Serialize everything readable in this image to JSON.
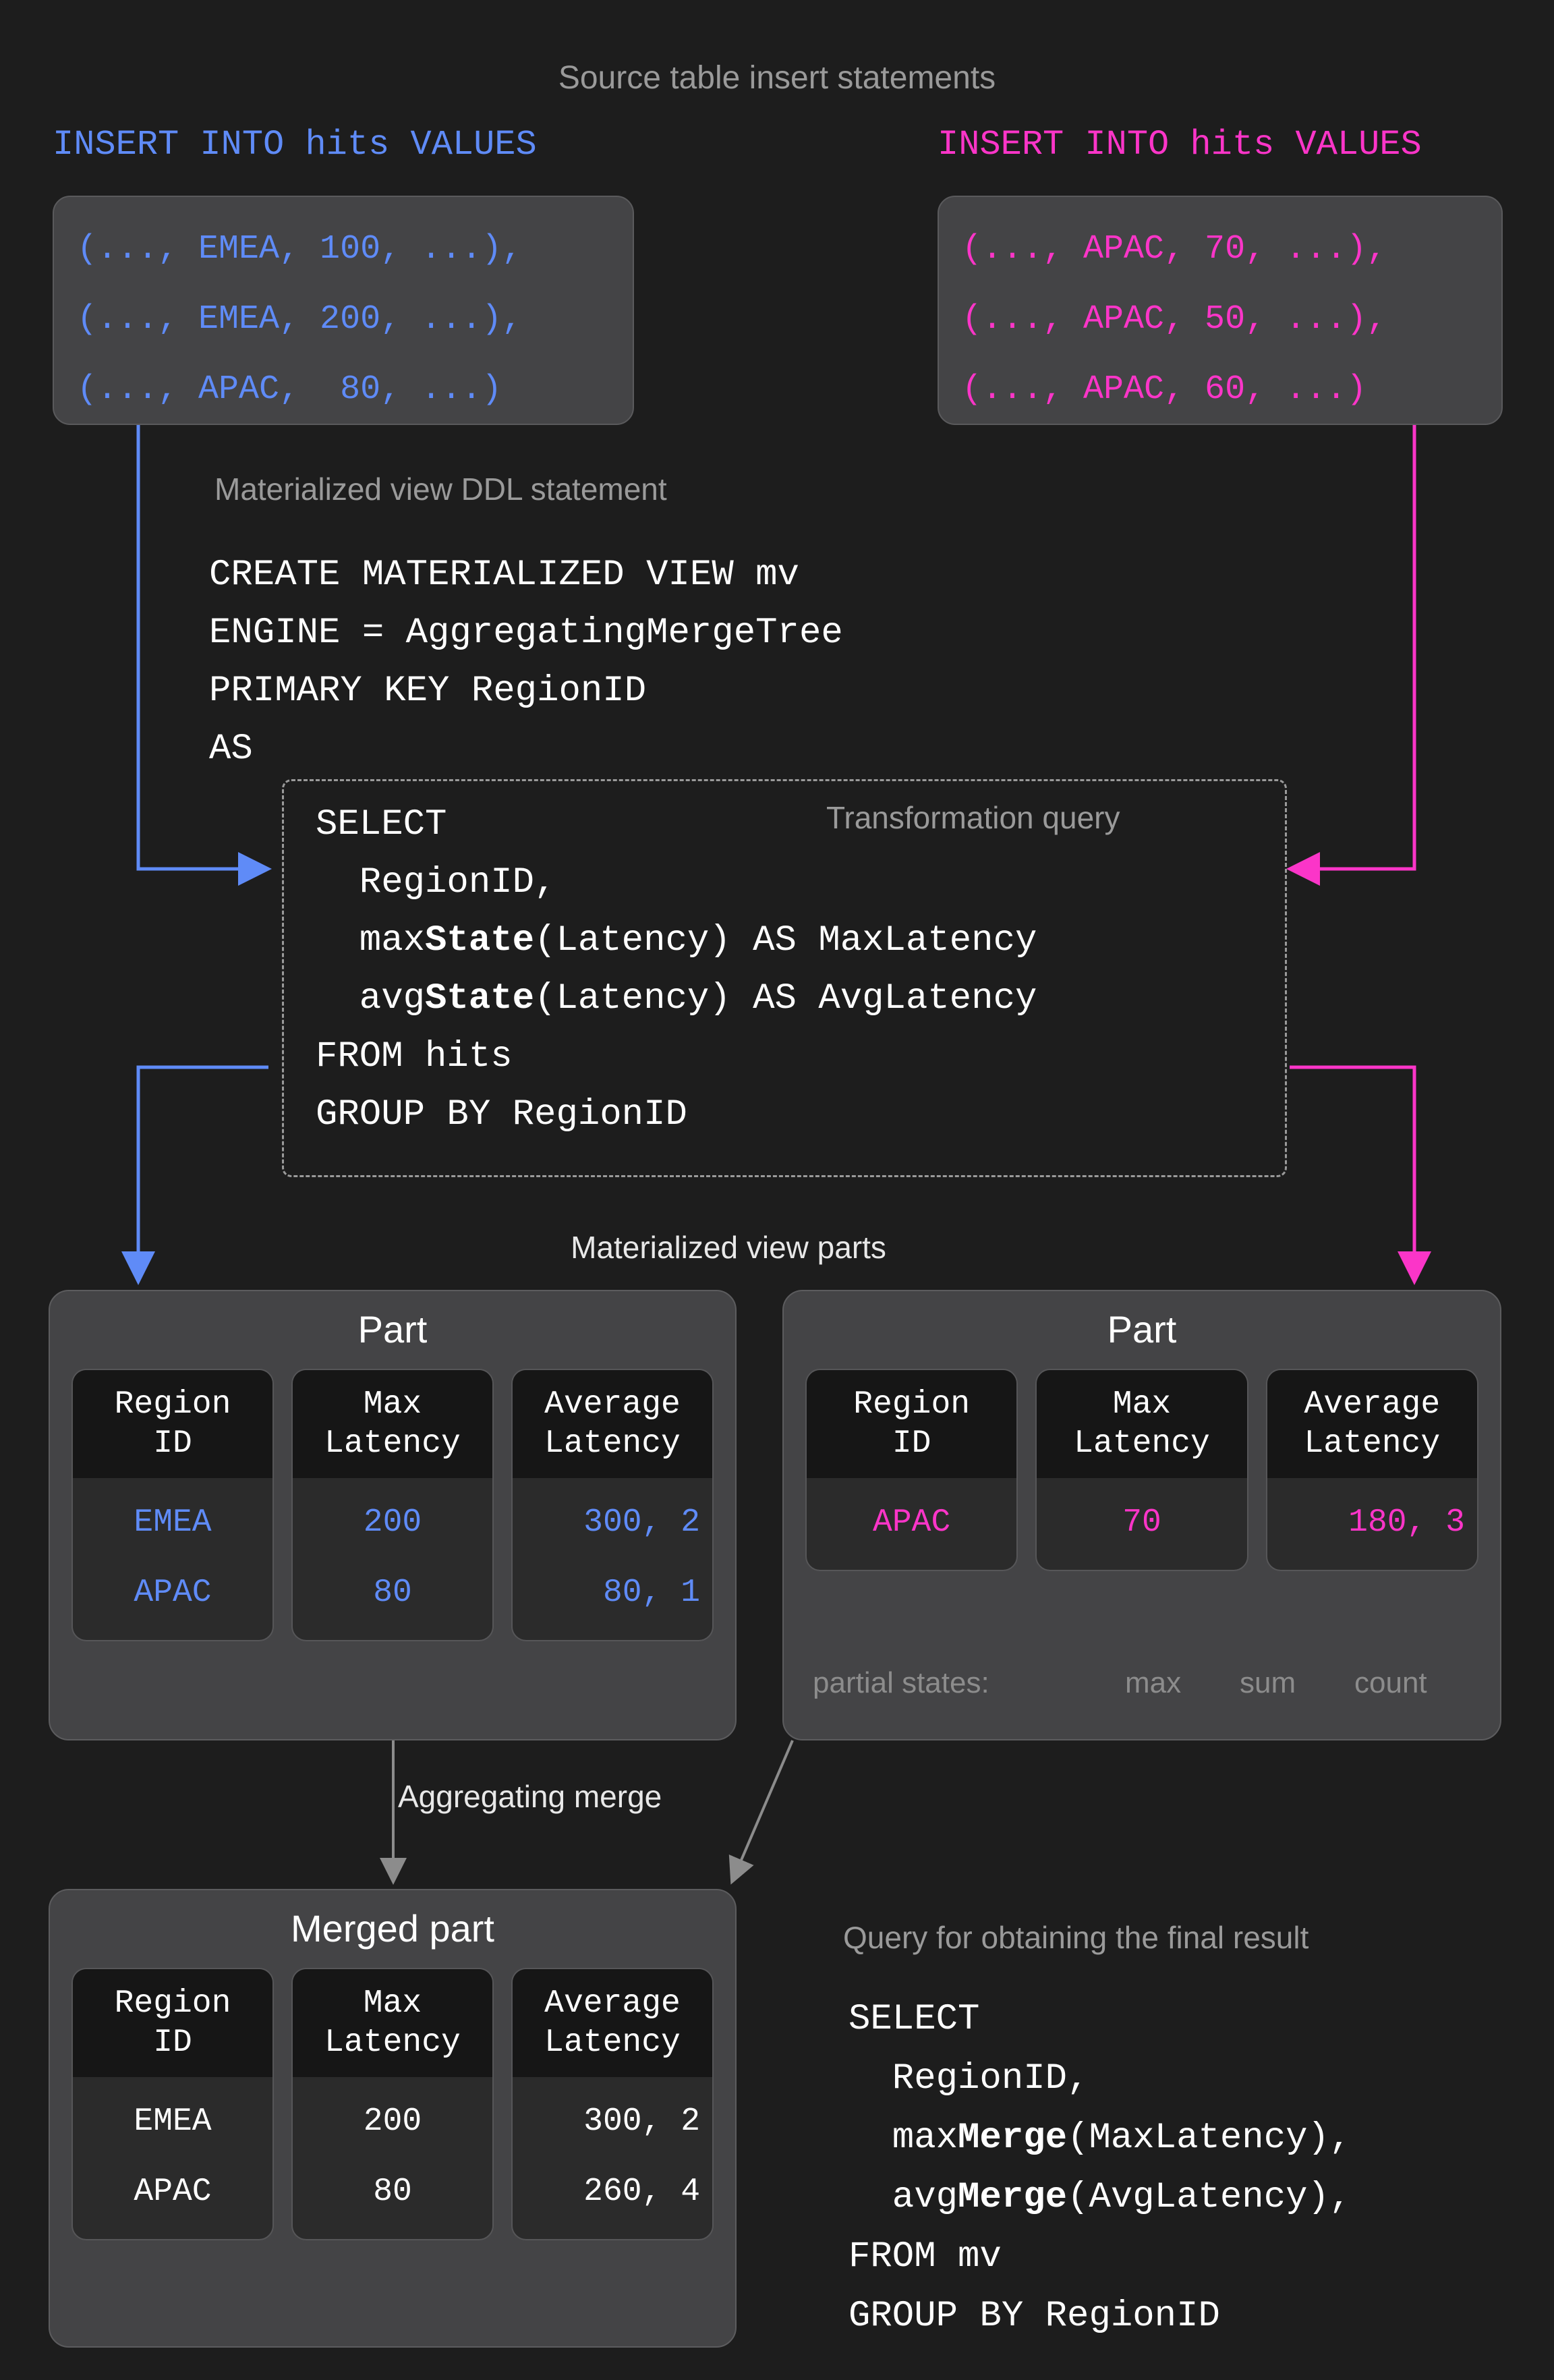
{
  "title": "Source table insert statements",
  "colors": {
    "blue": "#5f8bf7",
    "pink": "#fb35c8",
    "grey_caption": "#9a9a9a",
    "background": "#1d1d1d",
    "box_background": "#444446",
    "cell_background": "#2b2b2b",
    "header_cell_background": "#161616"
  },
  "inserts": {
    "left": {
      "header": "INSERT INTO hits VALUES",
      "rows": [
        "(..., EMEA, 100, ...),",
        "(..., EMEA, 200, ...),",
        "(..., APAC,  80, ...)"
      ]
    },
    "right": {
      "header": "INSERT INTO hits VALUES",
      "rows": [
        "(..., APAC, 70, ...),",
        "(..., APAC, 50, ...),",
        "(..., APAC, 60, ...)"
      ]
    }
  },
  "ddl": {
    "caption": "Materialized view DDL statement",
    "lines": [
      "CREATE MATERIALIZED VIEW mv",
      "ENGINE = AggregatingMergeTree",
      "PRIMARY KEY RegionID",
      "AS"
    ]
  },
  "transformation": {
    "caption": "Transformation query",
    "line1": "SELECT",
    "line2": "  RegionID,",
    "line3_pre": "  max",
    "line3_bold": "State",
    "line3_post": "(Latency) AS MaxLatency",
    "line4_pre": "  avg",
    "line4_bold": "State",
    "line4_post": "(Latency) AS AvgLatency",
    "line5": "FROM hits",
    "line6": "GROUP BY RegionID"
  },
  "parts_label": "Materialized view parts",
  "part_left": {
    "title": "Part",
    "columns": [
      {
        "header": "Region\nID",
        "values": [
          "EMEA",
          "APAC"
        ]
      },
      {
        "header": "Max\nLatency",
        "values": [
          "200",
          "80"
        ]
      },
      {
        "header": "Average\nLatency",
        "values": [
          "300, 2",
          "80, 1"
        ]
      }
    ]
  },
  "part_right": {
    "title": "Part",
    "columns": [
      {
        "header": "Region\nID",
        "values": [
          "APAC"
        ]
      },
      {
        "header": "Max\nLatency",
        "values": [
          "70"
        ]
      },
      {
        "header": "Average\nLatency",
        "values": [
          "180, 3"
        ]
      }
    ],
    "partial_states_label": "partial states:",
    "partial_states": [
      "max",
      "sum",
      "count"
    ]
  },
  "merge_label": "Aggregating merge",
  "merged_part": {
    "title": "Merged part",
    "columns": [
      {
        "header": "Region\nID",
        "values": [
          "EMEA",
          "APAC"
        ]
      },
      {
        "header": "Max\nLatency",
        "values": [
          "200",
          "80"
        ]
      },
      {
        "header": "Average\nLatency",
        "values": [
          "300, 2",
          "260, 4"
        ]
      }
    ]
  },
  "final_query": {
    "caption": "Query for obtaining the final result",
    "line1": "SELECT",
    "line2": "  RegionID,",
    "line3_pre": "  max",
    "line3_bold": "Merge",
    "line3_post": "(MaxLatency),",
    "line4_pre": "  avg",
    "line4_bold": "Merge",
    "line4_post": "(AvgLatency),",
    "line5": "FROM mv",
    "line6": "GROUP BY RegionID"
  }
}
